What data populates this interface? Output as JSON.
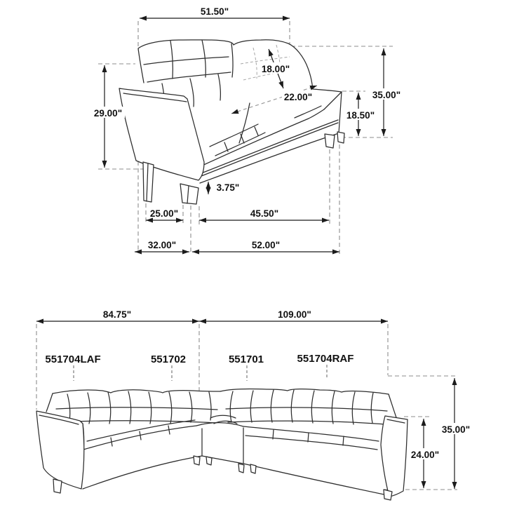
{
  "top": {
    "dims": {
      "back_width": "51.50\"",
      "back_cushion_height": "18.00\"",
      "seat_depth": "22.00\"",
      "arm_height": "29.00\"",
      "overall_height": "35.00\"",
      "seat_back_height": "18.50\"",
      "leg_height": "3.75\"",
      "inner_front_width": "25.00\"",
      "seat_front_width": "45.50\"",
      "side_depth": "32.00\"",
      "overall_width": "52.00\""
    }
  },
  "bottom": {
    "dims": {
      "left_section_width": "84.75\"",
      "right_section_width": "109.00\"",
      "overall_height": "35.00\"",
      "arm_height": "24.00\""
    },
    "parts": {
      "laf": "551704LAF",
      "corner": "551702",
      "armless": "551701",
      "raf": "551704RAF"
    }
  },
  "colors": {
    "background": "#ffffff",
    "drawing_line": "#2d2d2d",
    "construction_line": "#8e8e8e",
    "dimension_line": "#1c1c1c",
    "text": "#111111"
  }
}
